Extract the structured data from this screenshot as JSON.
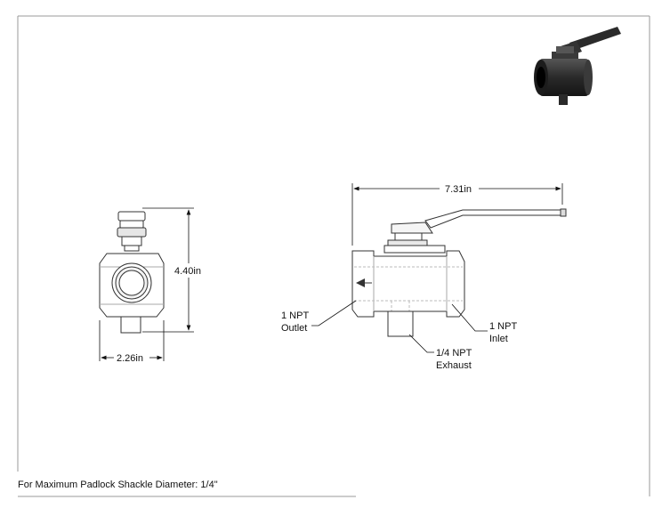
{
  "dimensions": {
    "height": "4.40in",
    "width": "2.26in",
    "length": "7.31in"
  },
  "callouts": {
    "outlet_line1": "1 NPT",
    "outlet_line2": "Outlet",
    "inlet_line1": "1 NPT",
    "inlet_line2": "Inlet",
    "exhaust_line1": "1/4 NPT",
    "exhaust_line2": "Exhaust"
  },
  "note": "For Maximum Padlock Shackle Diameter: 1/4\""
}
